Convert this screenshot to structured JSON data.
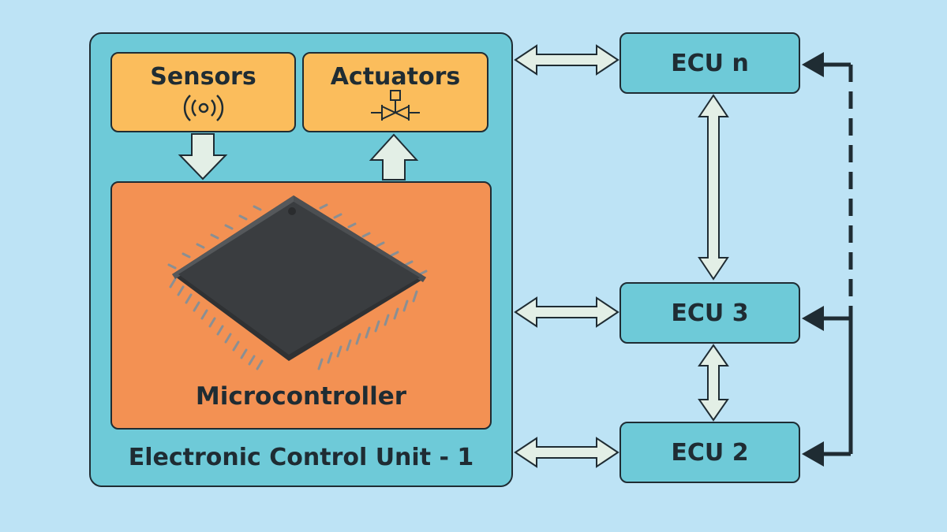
{
  "diagram": {
    "ecu1_label": "Electronic Control Unit - 1",
    "sensors_label": "Sensors",
    "actuators_label": "Actuators",
    "microcontroller_label": "Microcontroller",
    "ecu_n_label": "ECU n",
    "ecu_3_label": "ECU 3",
    "ecu_2_label": "ECU 2"
  },
  "colors": {
    "background": "#bde3f5",
    "ecu_fill": "#6ecad8",
    "module_fill": "#fbbd5c",
    "microcontroller_fill": "#f39153",
    "arrow_fill": "#e3efe6",
    "outline": "#1f2c33"
  },
  "icons": {
    "sensors": "radio-signal-icon",
    "actuators": "valve-actuator-icon",
    "microcontroller": "chip-icon"
  }
}
